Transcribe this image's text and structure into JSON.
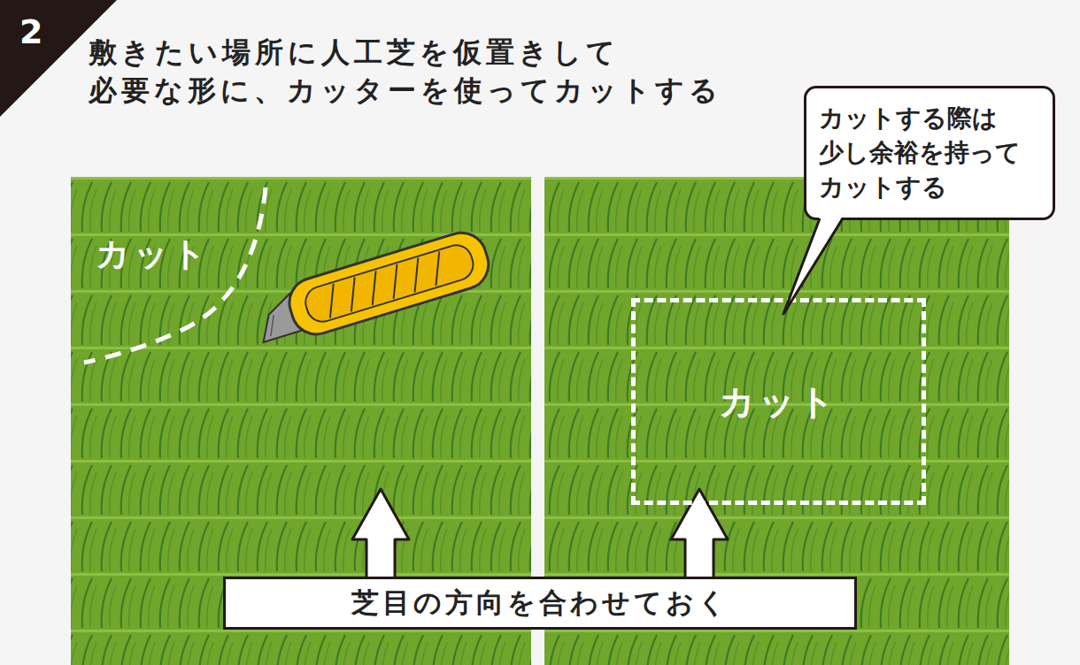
{
  "diagram": {
    "title": "敷きたい場所に人工芝を仮置きして 必要な形に、カッターを使ってカットする",
    "nodes": [
      {
        "text": [
          "カットする際は 少し余裕を持って カットする"
        ]
      },
      {
        "text": [
          "カット"
        ]
      },
      {
        "text": [
          "芝目の方向を合わせておく"
        ]
      }
    ],
    "labels": [
      "2",
      "カット"
    ]
  }
}
